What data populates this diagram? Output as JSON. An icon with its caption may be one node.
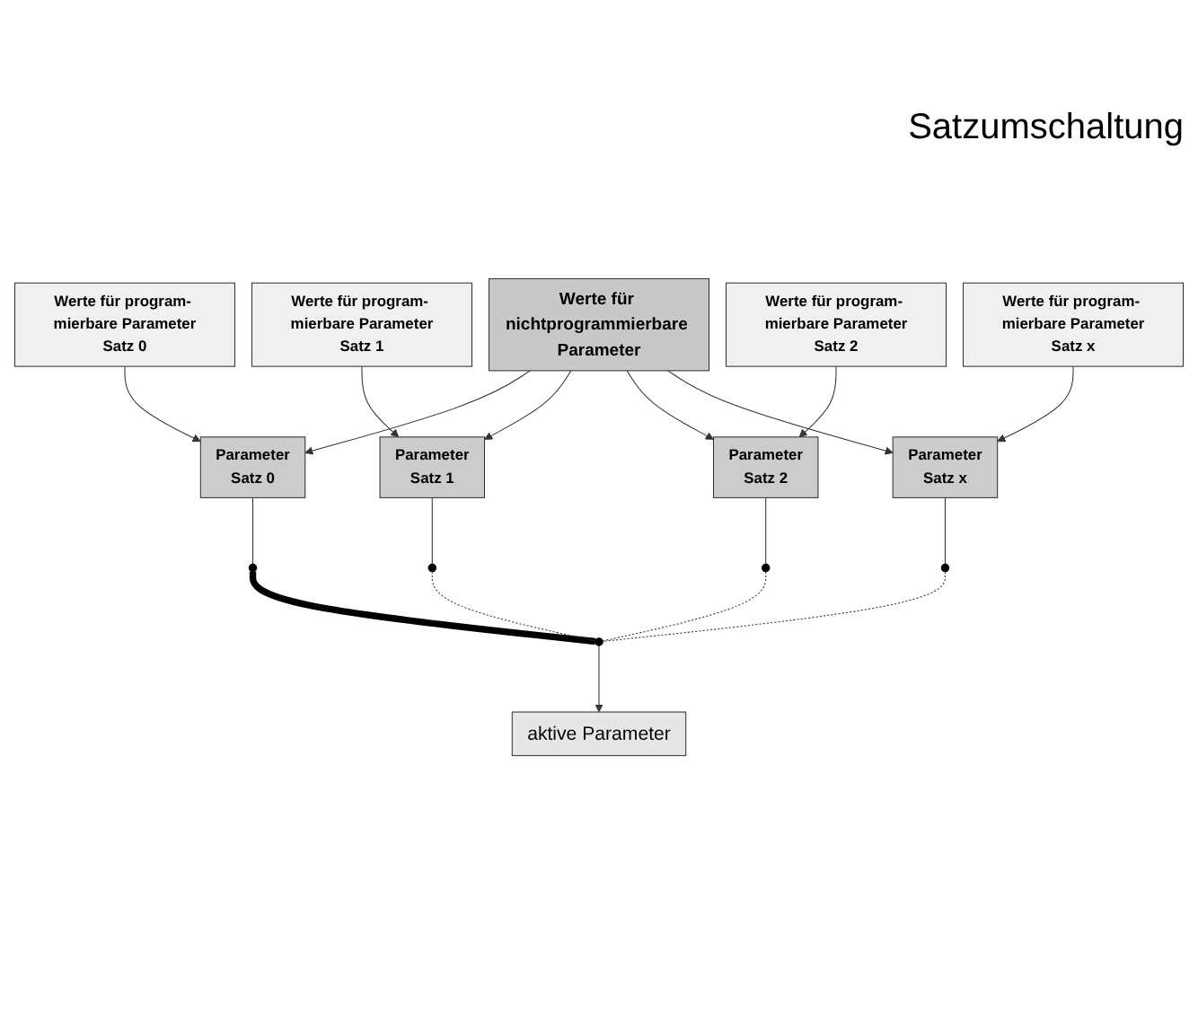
{
  "diagram": {
    "nodes": [
      {
        "text": [
          "Werte für nichtprogrammierbare Parameter"
        ]
      },
      {
        "text": [
          "Werte für program- mierbare Parameter",
          "Satz 0"
        ]
      },
      {
        "text": [
          "Werte für program- mierbare Parameter",
          "Satz 1"
        ]
      },
      {
        "text": [
          "Werte für program- mierbare Parameter",
          "Satz 2"
        ]
      },
      {
        "text": [
          "Werte für program- mierbare Parameter",
          "Satz x"
        ]
      },
      {
        "text": [
          "Parameter",
          "Satz 0"
        ]
      },
      {
        "text": [
          "Parameter",
          "Satz 1"
        ]
      },
      {
        "text": [
          "Parameter",
          "Satz 2"
        ]
      },
      {
        "text": [
          "Parameter",
          "Satz x"
        ]
      },
      {
        "text": [],
        "shape": "circle"
      },
      {
        "text": [],
        "shape": "circle"
      },
      {
        "text": [],
        "shape": "circle"
      },
      {
        "text": [],
        "shape": "circle"
      },
      {
        "text": [],
        "shape": "circle"
      },
      {
        "text": [
          "aktive Parameter"
        ]
      }
    ],
    "edges": [
      {
        "from": 1,
        "to": 5,
        "arrow": "to"
      },
      {
        "from": 0,
        "to": 5,
        "arrow": "to"
      },
      {
        "from": 2,
        "to": 6,
        "arrow": "to"
      },
      {
        "from": 0,
        "to": 6,
        "arrow": "to"
      },
      {
        "from": 3,
        "to": 7,
        "arrow": "to"
      },
      {
        "from": 0,
        "to": 7,
        "arrow": "to"
      },
      {
        "from": 4,
        "to": 8,
        "arrow": "to"
      },
      {
        "from": 0,
        "to": 8,
        "arrow": "to"
      },
      {
        "from": 5,
        "to": 9,
        "arrow": "none"
      },
      {
        "from": 6,
        "to": 10,
        "arrow": "none"
      },
      {
        "from": 7,
        "to": 11,
        "arrow": "none"
      },
      {
        "from": 8,
        "to": 12,
        "arrow": "none"
      },
      {
        "from": 9,
        "to": 13,
        "arrow": "none",
        "style": "thick"
      },
      {
        "from": 10,
        "to": 13,
        "arrow": "none",
        "style": "dashed"
      },
      {
        "from": 11,
        "to": 13,
        "arrow": "none",
        "style": "dashed"
      },
      {
        "from": 12,
        "to": 13,
        "arrow": "none",
        "style": "dashed"
      },
      {
        "from": 13,
        "to": 14,
        "arrow": "to"
      }
    ],
    "labels": [
      "Satzumschaltung"
    ]
  }
}
